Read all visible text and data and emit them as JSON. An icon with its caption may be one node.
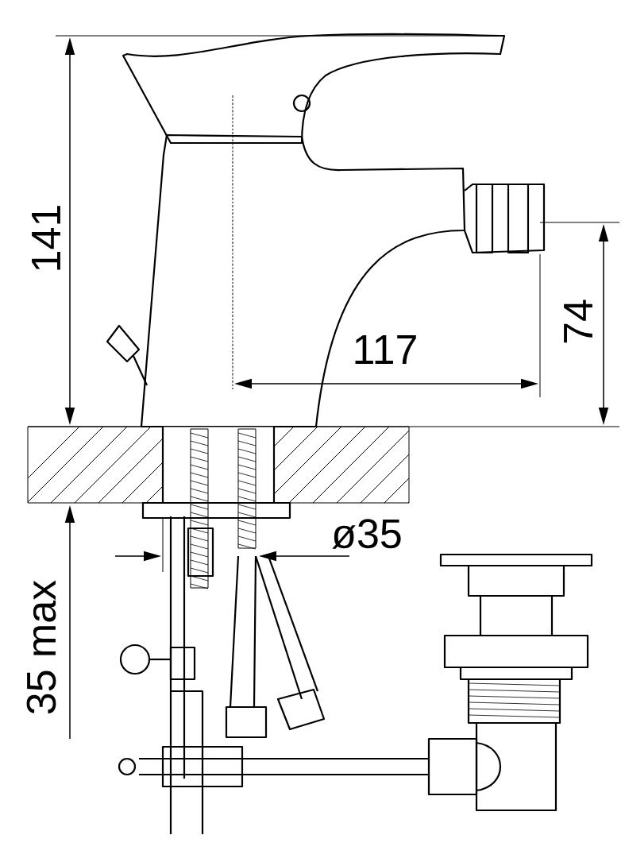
{
  "diagram": {
    "labels": [
      "141",
      "74",
      "117",
      "ø35",
      "35 max"
    ]
  }
}
